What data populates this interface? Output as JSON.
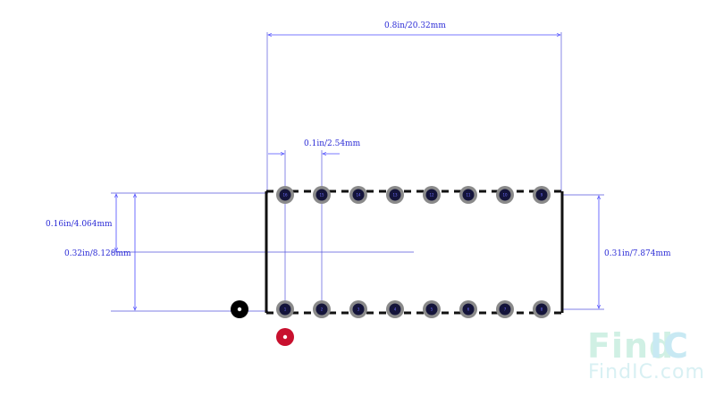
{
  "dimensions": {
    "overall_length": "0.8in/20.32mm",
    "pin_pitch": "0.1in/2.54mm",
    "half_span": "0.16in/4.064mm",
    "row_spacing_total": "0.32in/8.128mm",
    "body_width": "0.31in/7.874mm"
  },
  "pins": {
    "top_row": [
      "16",
      "15",
      "14",
      "13",
      "12",
      "11",
      "10",
      "9"
    ],
    "bottom_row": [
      "1",
      "2",
      "3",
      "4",
      "5",
      "6",
      "7",
      "8"
    ]
  },
  "colors": {
    "dimension_line": "#4b4bff",
    "outline": "#111111",
    "pad_ring": "#8a8a8a",
    "pad_hole": "#14143a",
    "pin1_marker": "#c8102e",
    "origin_marker": "#000000",
    "watermark_find": "#c8eee0",
    "watermark_ic": "#bfe6f2"
  },
  "watermark": {
    "line1_a": "Find",
    "line1_b": "IC",
    "line2": "FindIC.com"
  }
}
